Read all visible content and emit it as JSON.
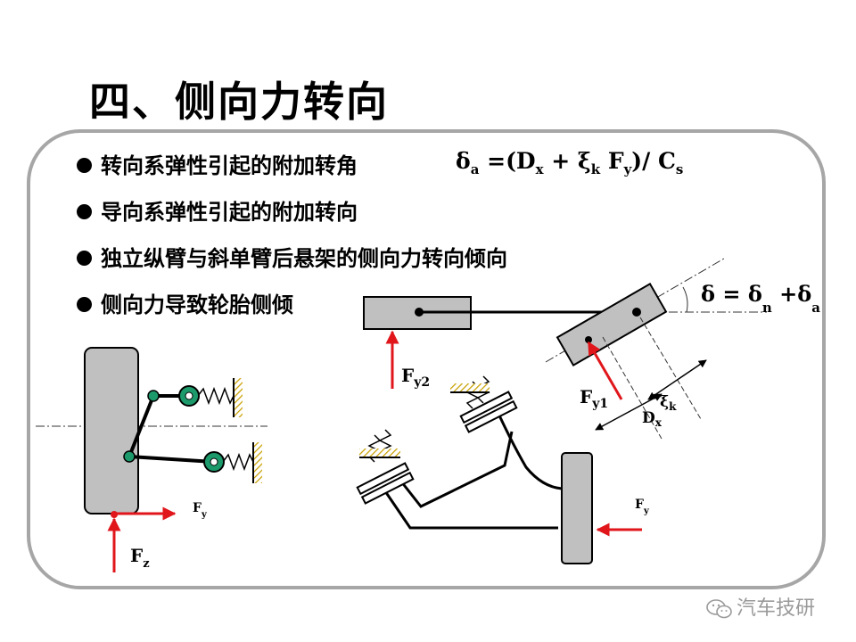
{
  "title": "四、侧向力转向",
  "bullets": [
    "转向系弹性引起的附加转角",
    "导向系弹性引起的附加转向",
    "独立纵臂与斜单臂后悬架的侧向力转向倾向",
    "侧向力导致轮胎侧倾"
  ],
  "formula1": {
    "delta": "δ",
    "delta_sub": "a",
    "eq": " =(D",
    "dx_sub": "x",
    "plus": " + ξ",
    "xi_sub": "k",
    "f": " F",
    "f_sub": "y",
    "tail": ")/ C",
    "c_sub": "s"
  },
  "formula2": {
    "delta": "δ",
    "eq": " = δ",
    "n_sub": "n",
    "plus": " +δ",
    "a_sub": "a"
  },
  "labels": {
    "fy2": "F",
    "fy2_sub": "y2",
    "fy1": "F",
    "fy1_sub": "y1",
    "xi": "ξ",
    "xi_sub": "k",
    "dx": "D",
    "dx_sub": "x",
    "fy_left": "F",
    "fy_left_sub": "y",
    "fz": "F",
    "fz_sub": "z",
    "fy_right": "F",
    "fy_right_sub": "y"
  },
  "colors": {
    "force_arrow": "#e0161b",
    "body_fill": "#c0c0c0",
    "joint_fill": "#1d9a6c",
    "frame_border": "#a6a6a6",
    "hatch": "#c8a000"
  },
  "watermark": {
    "icon": "wechat-icon",
    "text": "汽车技研"
  }
}
